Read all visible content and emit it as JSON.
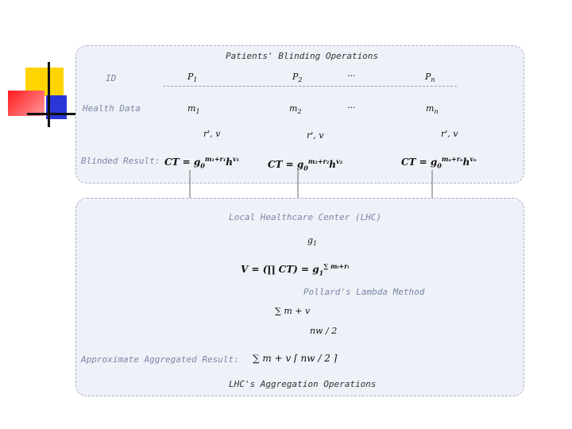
{
  "top_panel": {
    "title": "Patients' Blinding Operations",
    "row_labels": {
      "id": "ID",
      "health_data": "Health Data",
      "blinded_result": "Blinded Result:"
    },
    "ids": [
      "P",
      "P",
      "...",
      "P"
    ],
    "health_values": [
      "m",
      "m",
      "...",
      "m"
    ],
    "randoms": [
      "r', v",
      "r', v",
      "r', v"
    ],
    "blinded": [
      "CT = g",
      "CT = g",
      "CT = g"
    ]
  },
  "bottom_panel": {
    "lhc_label": "Local Healthcare Center (LHC)",
    "g1": "g",
    "v_formula": "V = (∏ CT)  = g",
    "method_label": "Pollard's Lambda Method",
    "sum_expr": "∑ m + v",
    "nw_expr": "nw / 2",
    "result_label": "Approximate Aggregated Result:",
    "result_expr": "∑ m + v ⌈ nw / 2 ⌉",
    "footer": "LHC's Aggregation Operations"
  },
  "logo_colors": {
    "yellow": "#ffd400",
    "red": "#ff1a1a",
    "blue": "#2b35d8",
    "line": "#111111"
  },
  "panel_color": "#eef1f7"
}
